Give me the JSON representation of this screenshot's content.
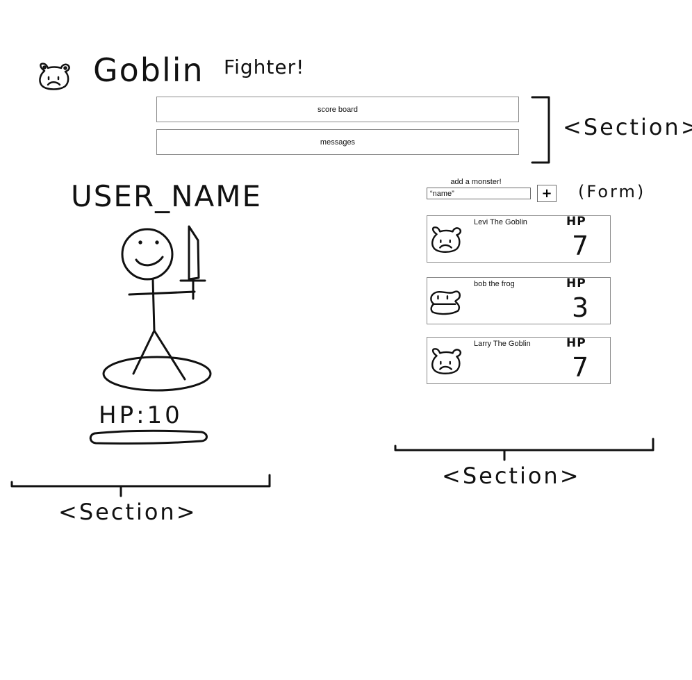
{
  "header": {
    "title_big": "Goblin",
    "title_small": "Fighter!",
    "logo_icon": "goblin-face-icon"
  },
  "top_section": {
    "scoreboard_label": "score board",
    "messages_label": "messages",
    "note": "<Section>"
  },
  "player": {
    "user_name": "USER_NAME",
    "hp_text": "HP:10",
    "figure_icon": "stick-figure-with-sword-icon",
    "note": "<Section>"
  },
  "monster_form": {
    "label": "add a monster!",
    "input_value": "“name”",
    "add_label": "+",
    "note": "(Form)"
  },
  "monsters": {
    "hp_label": "HP",
    "items": [
      {
        "name": "Levi The Goblin",
        "hp": "7",
        "icon": "goblin-face-icon"
      },
      {
        "name": "bob the frog",
        "hp": "3",
        "icon": "frog-face-icon"
      },
      {
        "name": "Larry The Goblin",
        "hp": "7",
        "icon": "goblin-face-icon"
      }
    ],
    "note": "<Section>"
  }
}
